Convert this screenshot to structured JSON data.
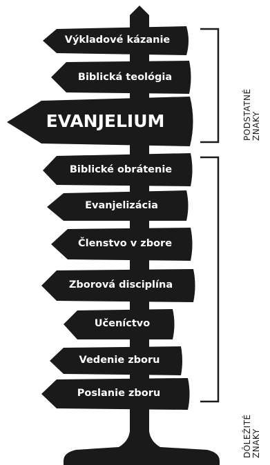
{
  "signs": [
    {
      "text": "Výkladové kázanie"
    },
    {
      "text": "Biblická teológia"
    },
    {
      "text": "EVANJELIUM"
    },
    {
      "text": "Biblické obrátenie"
    },
    {
      "text": "Evanjelizácia"
    },
    {
      "text": "Členstvo v zbore"
    },
    {
      "text": "Zborová disciplína"
    },
    {
      "text": "Učeníctvo"
    },
    {
      "text": "Vedenie zboru"
    },
    {
      "text": "Poslanie zboru"
    }
  ],
  "groups": {
    "essential": {
      "line1": "PODSTATNÉ",
      "line2": "ZNAKY"
    },
    "important": {
      "line1": "DÔLEŽITÉ",
      "line2": "ZNAKY"
    }
  },
  "colors": {
    "sign": "#1a1a1a",
    "text": "#ffffff",
    "bracket": "#1a1a1a"
  }
}
